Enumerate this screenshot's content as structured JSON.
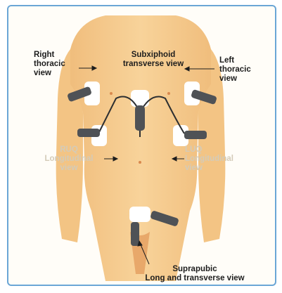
{
  "labels": {
    "right_thoracic": "Right\nthoracic\nview",
    "subxiphoid": "Subxiphoid\ntransverse view",
    "left_thoracic": "Left\nthoracic\nview",
    "ruq": "RUQ\nLongitudinal\nview",
    "luq": "LUQ\nLongitudinal\nview",
    "suprapubic": "Suprapubic\nLong and transverse view"
  },
  "colors": {
    "skin": "#f6c98a",
    "skin_shade": "#e8b06a",
    "probe": "#4f5256",
    "gel": "#ffffff",
    "border": "#6aa6d6"
  }
}
